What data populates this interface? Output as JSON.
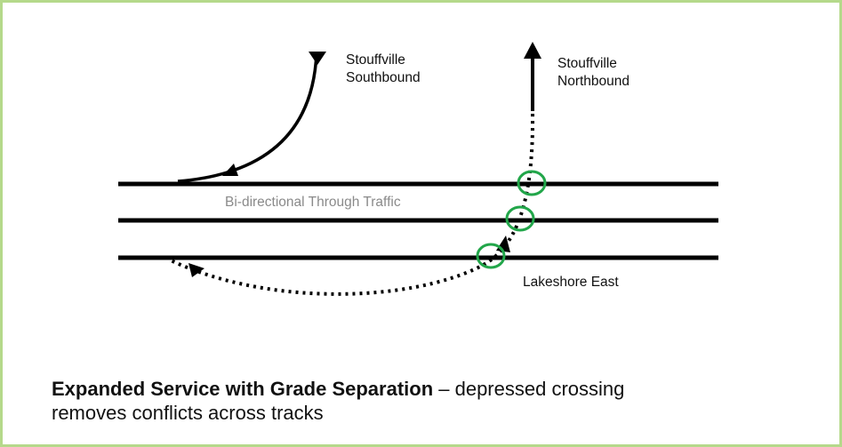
{
  "labels": {
    "stouffville_southbound": [
      "Stouffville",
      "Southbound"
    ],
    "stouffville_northbound": [
      "Stouffville",
      "Northbound"
    ],
    "through_traffic": "Bi-directional Through Traffic",
    "lakeshore_east": "Lakeshore East"
  },
  "caption": {
    "bold": "Expanded Service with Grade Separation",
    "rest": " – depressed crossing",
    "line2": "removes conflicts across tracks"
  },
  "colors": {
    "frame": "#b5d98b",
    "track": "#000000",
    "crossing_circle": "#22a64a",
    "through_label": "#8a8a8a"
  }
}
